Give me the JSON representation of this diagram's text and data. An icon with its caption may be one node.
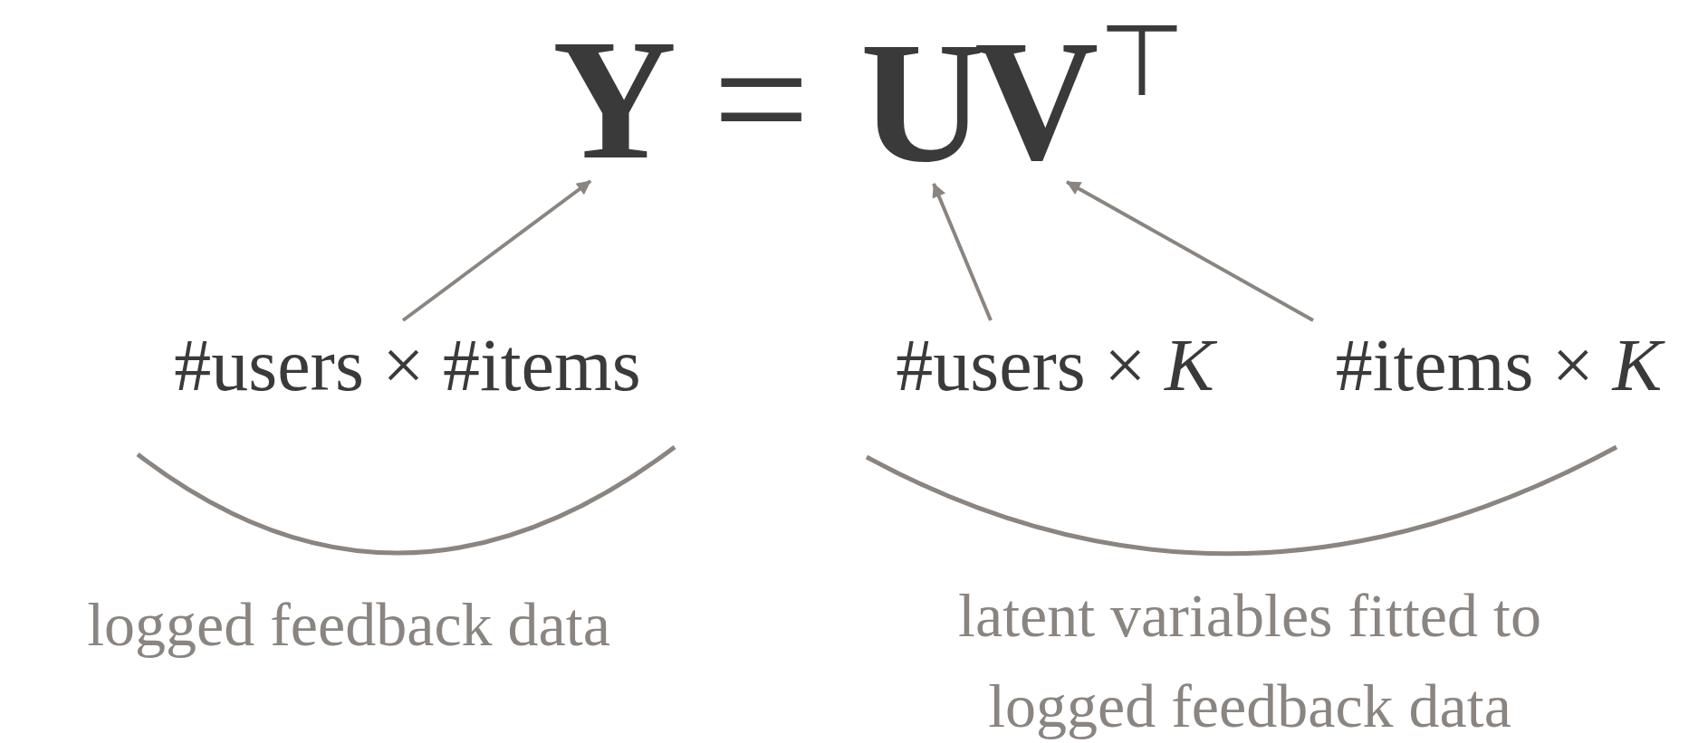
{
  "diagram": {
    "nodes": [
      {
        "text": [
          "Y"
        ]
      },
      {
        "text": [
          "U"
        ]
      },
      {
        "text": [
          "V$^{⊤}$"
        ]
      },
      {
        "text": [
          "#users × #items"
        ]
      },
      {
        "text": [
          "#users × *K*"
        ]
      },
      {
        "text": [
          "#items × *K*"
        ]
      }
    ],
    "edges": [
      {
        "from": 3,
        "to": 0,
        "arrow": "to"
      },
      {
        "from": 4,
        "to": 1,
        "arrow": "to"
      },
      {
        "from": 5,
        "to": 2,
        "arrow": "to"
      }
    ],
    "labels": [
      "=",
      "logged feedback data",
      "latent variables fitted to logged feedback data"
    ]
  }
}
